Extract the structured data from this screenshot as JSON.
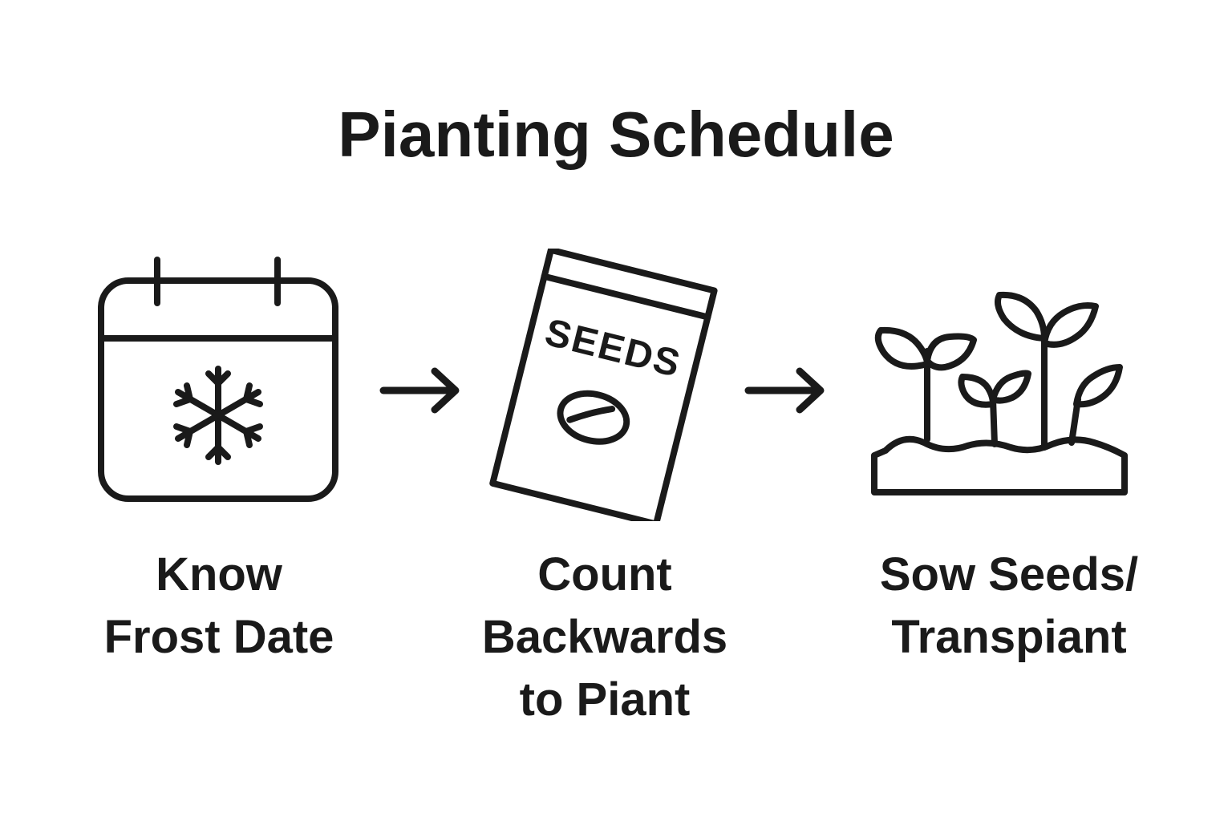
{
  "title": "Pianting Schedule",
  "steps": [
    {
      "icon": "calendar-snowflake-icon",
      "label_lines": [
        "Know",
        "Frost Date"
      ]
    },
    {
      "icon": "seed-packet-icon",
      "packet_text": "SEEDS",
      "label_lines": [
        "Count",
        "Backwards",
        "to Piant"
      ]
    },
    {
      "icon": "sprouts-soil-icon",
      "label_lines": [
        "Sow Seeds/",
        "Transpiant"
      ]
    }
  ],
  "connectors": [
    "arrow-right-icon",
    "arrow-right-icon"
  ],
  "colors": {
    "ink": "#1a1a1a",
    "background": "#ffffff"
  }
}
